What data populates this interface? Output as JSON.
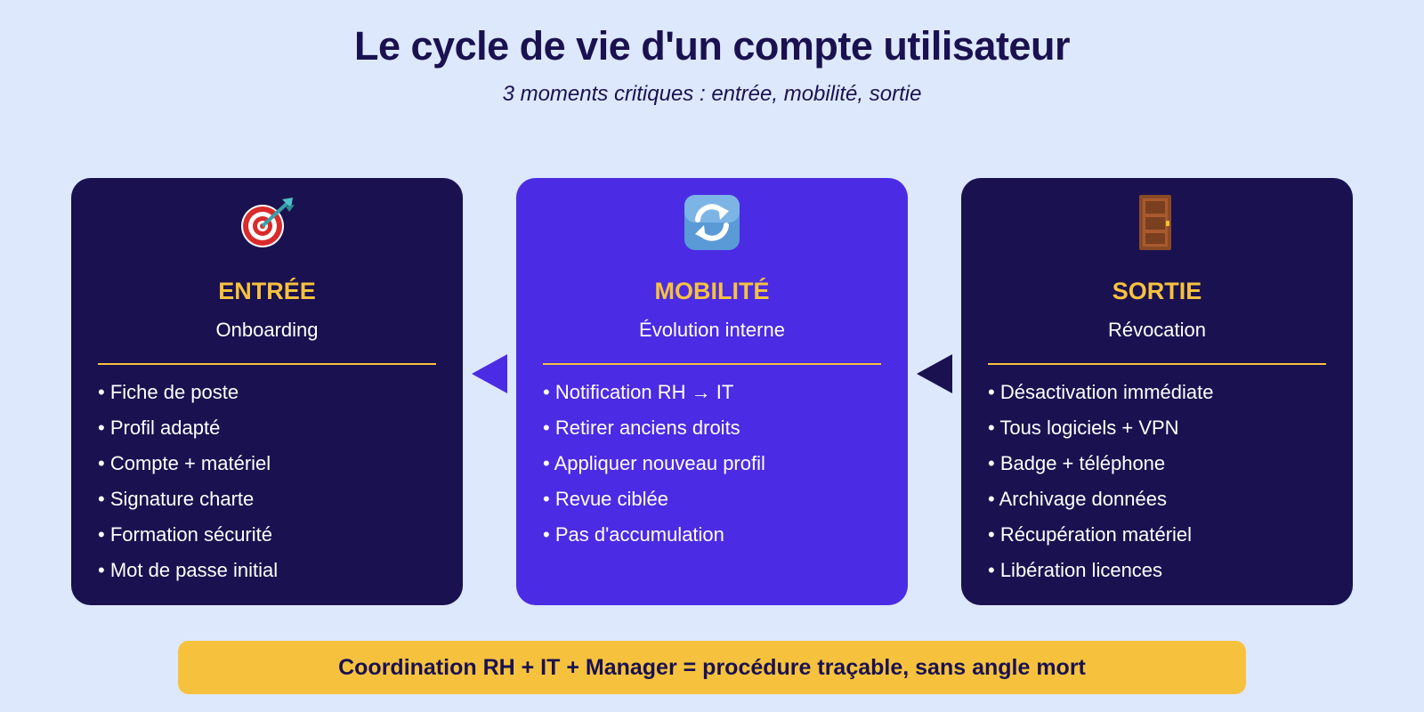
{
  "header": {
    "title": "Le cycle de vie d'un compte utilisateur",
    "subtitle": "3 moments critiques : entrée, mobilité, sortie"
  },
  "cards": [
    {
      "icon": "target-dart-icon",
      "title": "ENTRÉE",
      "subtitle": "Onboarding",
      "items": [
        "• Fiche de poste",
        "• Profil adapté",
        "• Compte + matériel",
        "• Signature charte",
        "• Formation sécurité",
        "• Mot de passe initial"
      ]
    },
    {
      "icon": "refresh-arrows-icon",
      "title": "MOBILITÉ",
      "subtitle": "Évolution interne",
      "items": [
        "• Notification RH → IT",
        "• Retirer anciens droits",
        "• Appliquer nouveau profil",
        "• Revue ciblée",
        "• Pas d'accumulation"
      ]
    },
    {
      "icon": "door-icon",
      "title": "SORTIE",
      "subtitle": "Révocation",
      "items": [
        "• Désactivation immédiate",
        "• Tous logiciels + VPN",
        "• Badge + téléphone",
        "• Archivage données",
        "• Récupération matériel",
        "• Libération licences"
      ]
    }
  ],
  "footer": {
    "text": "Coordination RH + IT + Manager = procédure traçable, sans angle mort"
  },
  "colors": {
    "background": "#dde8fd",
    "navy": "#1a1150",
    "purple": "#4b2be3",
    "accent": "#f6c23e",
    "white": "#ffffff"
  }
}
